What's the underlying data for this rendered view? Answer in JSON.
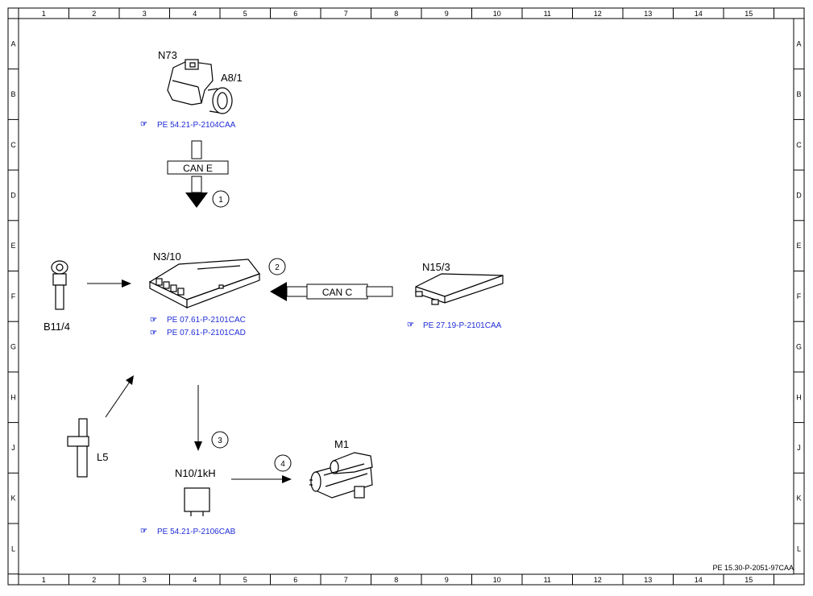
{
  "frame": {
    "columns": [
      "1",
      "2",
      "3",
      "4",
      "5",
      "6",
      "7",
      "8",
      "9",
      "10",
      "11",
      "12",
      "13",
      "14",
      "15"
    ],
    "rows": [
      "A",
      "B",
      "C",
      "D",
      "E",
      "F",
      "G",
      "H",
      "J",
      "K",
      "L"
    ],
    "document_id": "PE 15.30-P-2051-97CAA"
  },
  "components": {
    "n73": {
      "label": "N73",
      "sub_label": "A8/1",
      "ref": "PE 54.21-P-2104CAA"
    },
    "n3_10": {
      "label": "N3/10",
      "refs": [
        "PE 07.61-P-2101CAC",
        "PE 07.61-P-2101CAD"
      ]
    },
    "n15_3": {
      "label": "N15/3",
      "ref": "PE 27.19-P-2101CAA"
    },
    "b11_4": {
      "label": "B11/4"
    },
    "l5": {
      "label": "L5"
    },
    "n10_1kh": {
      "label": "N10/1kH",
      "ref": "PE 54.21-P-2106CAB"
    },
    "m1": {
      "label": "M1"
    }
  },
  "buses": {
    "can_e": "CAN E",
    "can_c": "CAN C"
  },
  "steps": [
    "1",
    "2",
    "3",
    "4"
  ],
  "colors": {
    "reference_link": "#1f2bd6",
    "line": "#000000"
  }
}
